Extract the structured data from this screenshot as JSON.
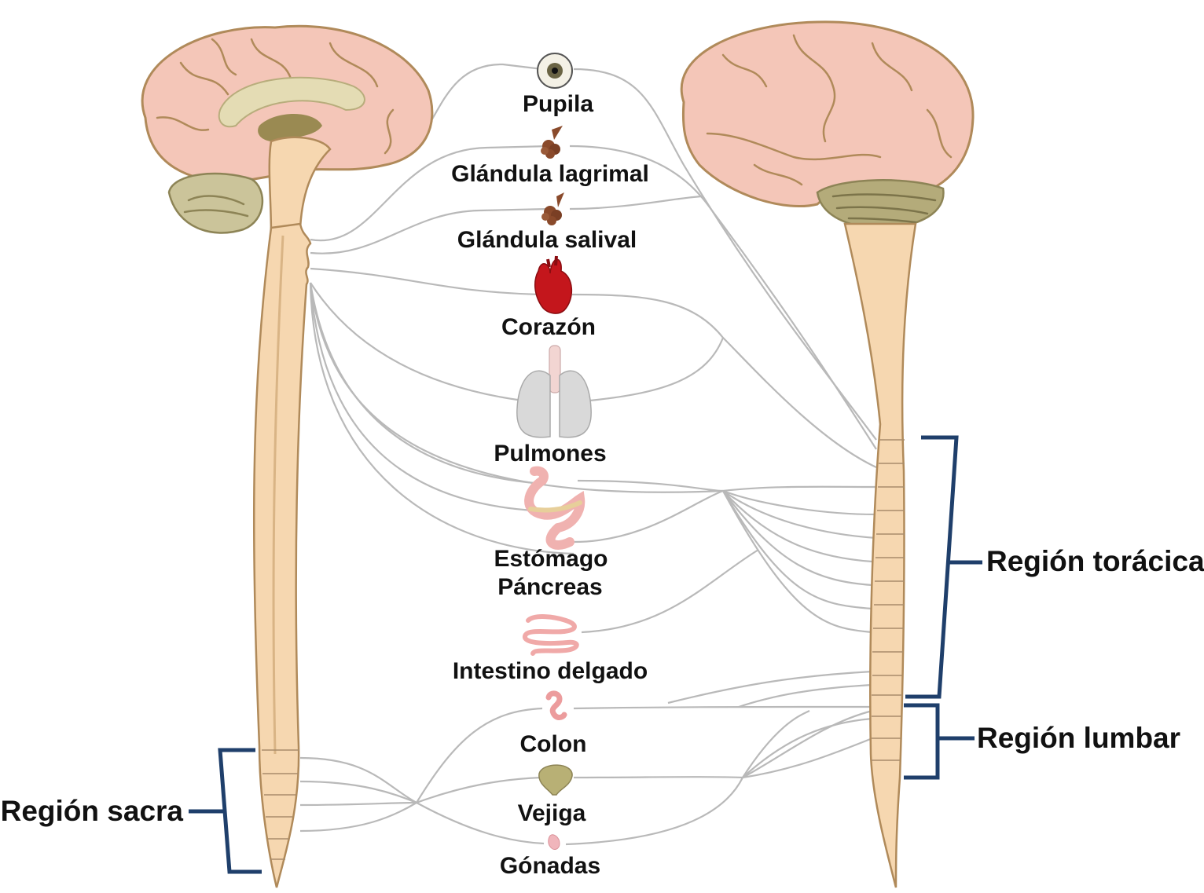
{
  "organs": {
    "pupila": "Pupila",
    "glandula_lagrimal": "Glándula lagrimal",
    "glandula_salival": "Glándula salival",
    "corazon": "Corazón",
    "pulmones": "Pulmones",
    "estomago": "Estómago",
    "pancreas": "Páncreas",
    "intestino_delgado": "Intestino delgado",
    "colon": "Colon",
    "vejiga": "Vejiga",
    "gonadas": "Gónadas"
  },
  "regions": {
    "toracica": "Región torácica",
    "lumbar": "Región lumbar",
    "sacra": "Región sacra"
  },
  "colors": {
    "brain": "#f4c6b8",
    "spinal_cord": "#f6d7b0",
    "nerve": "#b9b9b9",
    "bracket": "#1f3f6b"
  }
}
